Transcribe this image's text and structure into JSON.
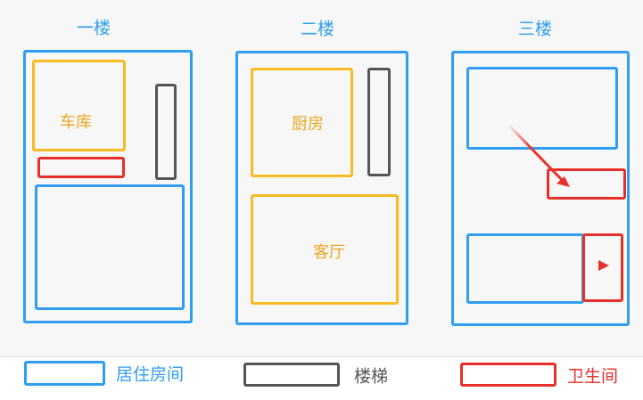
{
  "floors": [
    {
      "title": "一楼",
      "rooms": {
        "garage": "车库"
      }
    },
    {
      "title": "二楼",
      "rooms": {
        "kitchen": "厨房",
        "living": "客厅"
      }
    },
    {
      "title": "三楼"
    }
  ],
  "legend": {
    "living_room": "居住房间",
    "stairs": "楼梯",
    "bathroom": "卫生间"
  },
  "colors": {
    "living_room": "#2f9ef0",
    "stairs": "#555555",
    "bathroom": "#e8302a",
    "other_room": "#f8bb22"
  }
}
